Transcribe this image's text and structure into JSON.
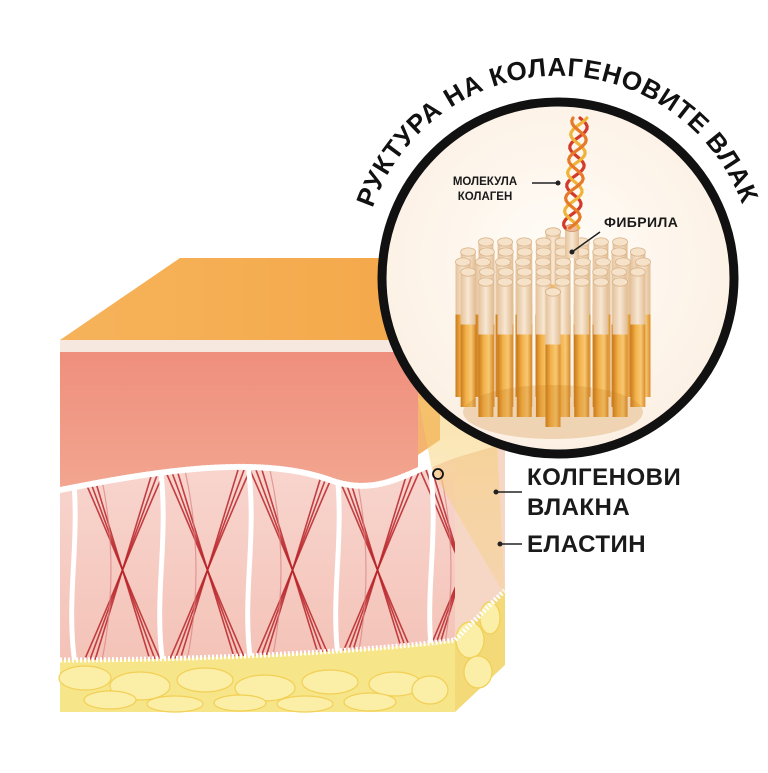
{
  "inset": {
    "title": "СТРУКТУРА НА КОЛАГЕНОВИТЕ ВЛАКНА",
    "molecule_label_line1": "МОЛЕКУЛА",
    "molecule_label_line2": "КОЛАГЕН",
    "fibril_label": "ФИБРИЛА"
  },
  "callouts": {
    "collagen_line1": "КОЛГЕНОВИ",
    "collagen_line2": "ВЛАКНА",
    "elastin": "ЕЛАСТИН"
  },
  "colors": {
    "epidermis_top": "#f3b25c",
    "epidermis_front": "#ef9a86",
    "dermis": "#f6cfc6",
    "fat": "#f7e27a",
    "collagen_fiber": "#b8242a",
    "elastin_fiber": "#ffffff",
    "fibril_light": "#f3dcc0",
    "fibril_dark": "#e79a2e",
    "ring": "#111111"
  }
}
